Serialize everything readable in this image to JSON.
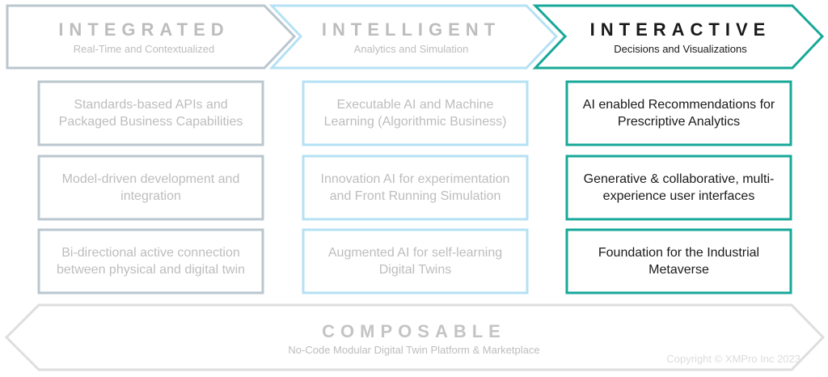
{
  "colors": {
    "integrated": "#bac7ce",
    "intelligent": "#b5e1f4",
    "interactive": "#17a898",
    "composable": "#dedede",
    "muted_text": "#bdbdbd",
    "active_text": "#1a1a1a"
  },
  "columns": [
    {
      "title": "INTEGRATED",
      "subtitle": "Real-Time and Contextualized",
      "items": [
        "Standards-based APIs and Packaged Business Capabilities",
        "Model-driven development and integration",
        "Bi-directional active connection between physical and digital twin"
      ]
    },
    {
      "title": "INTELLIGENT",
      "subtitle": "Analytics and Simulation",
      "items": [
        "Executable AI and Machine Learning (Algorithmic Business)",
        "Innovation AI for experimentation and Front Running Simulation",
        "Augmented AI for self-learning Digital Twins"
      ]
    },
    {
      "title": "INTERACTIVE",
      "subtitle": "Decisions and Visualizations",
      "items": [
        "AI enabled Recommendations for Prescriptive Analytics",
        "Generative & collaborative, multi-experience user interfaces",
        "Foundation for the Industrial Metaverse"
      ]
    }
  ],
  "base": {
    "title": "COMPOSABLE",
    "subtitle": "No-Code Modular Digital Twin Platform & Marketplace"
  },
  "copyright": "Copyright © XMPro Inc 2023"
}
